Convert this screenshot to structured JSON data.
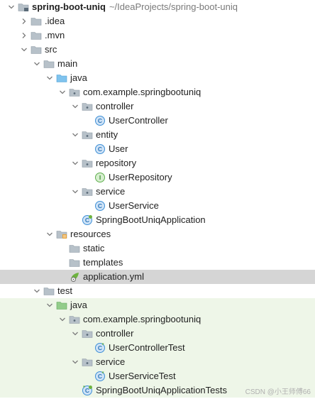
{
  "project": {
    "name": "spring-boot-uniq",
    "path": "~/IdeaProjects/spring-boot-uniq"
  },
  "tree": [
    {
      "depth": 0,
      "label": "spring-boot-uniq",
      "hint": "~/IdeaProjects/spring-boot-uniq",
      "icon": "module-folder-icon",
      "expanded": true,
      "bold": true
    },
    {
      "depth": 1,
      "label": ".idea",
      "icon": "folder-icon",
      "expanded": false
    },
    {
      "depth": 1,
      "label": ".mvn",
      "icon": "folder-icon",
      "expanded": false
    },
    {
      "depth": 1,
      "label": "src",
      "icon": "folder-icon",
      "expanded": true
    },
    {
      "depth": 2,
      "label": "main",
      "icon": "folder-icon",
      "expanded": true
    },
    {
      "depth": 3,
      "label": "java",
      "icon": "source-root-folder-icon",
      "expanded": true
    },
    {
      "depth": 4,
      "label": "com.example.springbootuniq",
      "icon": "package-icon",
      "expanded": true
    },
    {
      "depth": 5,
      "label": "controller",
      "icon": "package-icon",
      "expanded": true
    },
    {
      "depth": 6,
      "label": "UserController",
      "icon": "class-icon",
      "leaf": true
    },
    {
      "depth": 5,
      "label": "entity",
      "icon": "package-icon",
      "expanded": true
    },
    {
      "depth": 6,
      "label": "User",
      "icon": "class-icon",
      "leaf": true
    },
    {
      "depth": 5,
      "label": "repository",
      "icon": "package-icon",
      "expanded": true
    },
    {
      "depth": 6,
      "label": "UserRepository",
      "icon": "interface-icon",
      "leaf": true
    },
    {
      "depth": 5,
      "label": "service",
      "icon": "package-icon",
      "expanded": true
    },
    {
      "depth": 6,
      "label": "UserService",
      "icon": "class-icon",
      "leaf": true
    },
    {
      "depth": 5,
      "label": "SpringBootUniqApplication",
      "icon": "spring-boot-class-icon",
      "leaf": true
    },
    {
      "depth": 3,
      "label": "resources",
      "icon": "resources-root-folder-icon",
      "expanded": true
    },
    {
      "depth": 4,
      "label": "static",
      "icon": "folder-icon",
      "leaf": true
    },
    {
      "depth": 4,
      "label": "templates",
      "icon": "folder-icon",
      "leaf": true
    },
    {
      "depth": 4,
      "label": "application.yml",
      "icon": "spring-config-file-icon",
      "leaf": true,
      "selected": true
    },
    {
      "depth": 2,
      "label": "test",
      "icon": "folder-icon",
      "expanded": true
    },
    {
      "depth": 3,
      "label": "java",
      "icon": "test-root-folder-icon",
      "expanded": true,
      "test": true
    },
    {
      "depth": 4,
      "label": "com.example.springbootuniq",
      "icon": "package-icon",
      "expanded": true,
      "test": true
    },
    {
      "depth": 5,
      "label": "controller",
      "icon": "package-icon",
      "expanded": true,
      "test": true
    },
    {
      "depth": 6,
      "label": "UserControllerTest",
      "icon": "test-class-icon",
      "leaf": true,
      "test": true
    },
    {
      "depth": 5,
      "label": "service",
      "icon": "package-icon",
      "expanded": true,
      "test": true
    },
    {
      "depth": 6,
      "label": "UserServiceTest",
      "icon": "test-class-icon",
      "leaf": true,
      "test": true
    },
    {
      "depth": 5,
      "label": "SpringBootUniqApplicationTests",
      "icon": "spring-boot-test-class-icon",
      "leaf": true,
      "test": true
    }
  ],
  "watermark": "CSDN @小王师傅66",
  "colors": {
    "selection": "#d5d5d5",
    "test_background": "#eef6e8",
    "folder": "#9aa7b0",
    "source_root": "#6cb4e6",
    "test_root": "#7fc07f",
    "class": "#3d8fd6",
    "interface": "#5fae4e",
    "hint_text": "#7a7a7a"
  }
}
